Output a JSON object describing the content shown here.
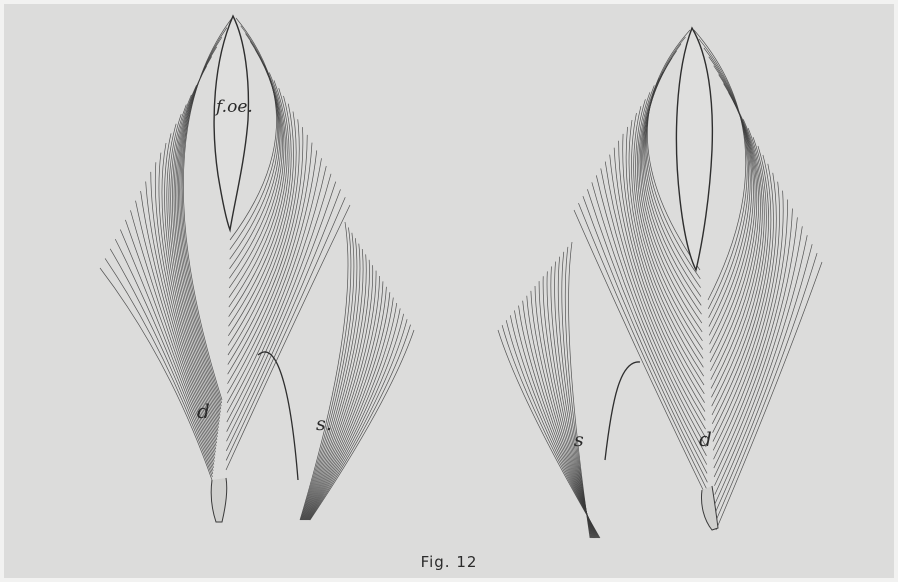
{
  "figure": {
    "caption": "Fig. 12",
    "labels": {
      "left_foe": "f.oe.",
      "left_d": "d",
      "left_s": "s.",
      "right_s": "s",
      "right_d": "d"
    },
    "colors": {
      "background": "#dcdcdb",
      "ink": "#3a3a3a"
    }
  }
}
